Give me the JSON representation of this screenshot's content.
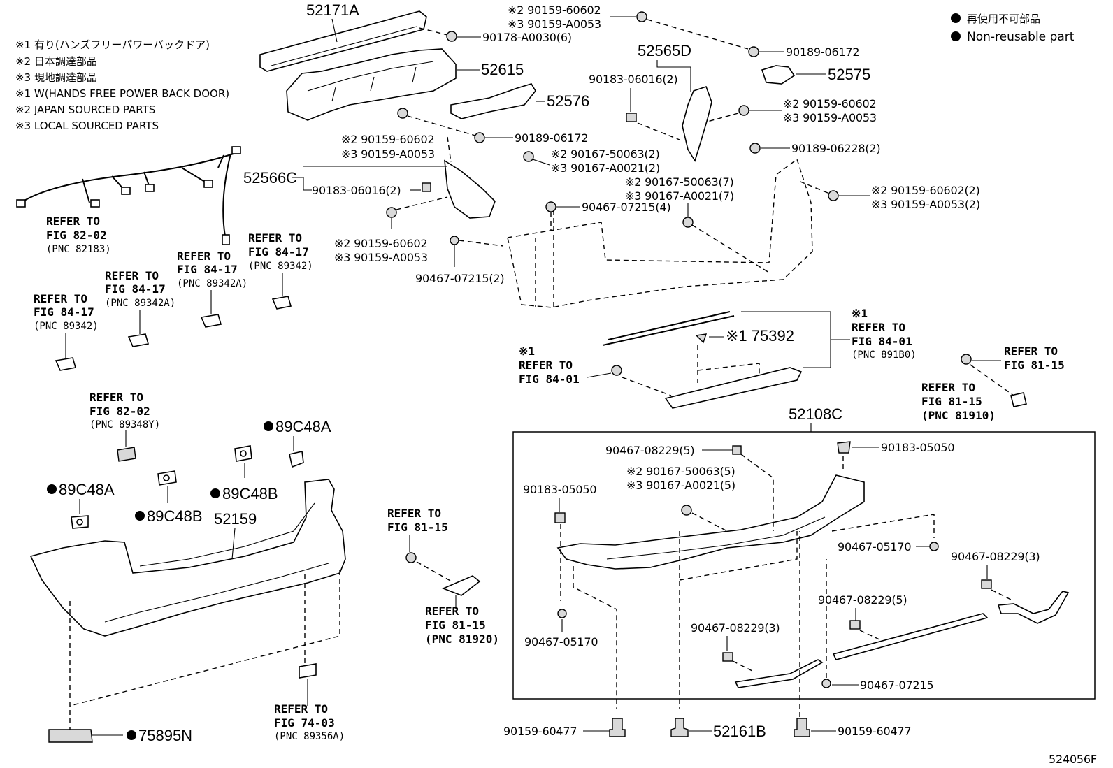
{
  "legend": {
    "non_reusable_jp": "再使用不可部品",
    "non_reusable_en": "Non-reusable part"
  },
  "notes": [
    "※1 有り(ハンズフリーパワーバックドア)",
    "※2 日本調達部品",
    "※3 現地調達部品",
    "※1 W(HANDS FREE POWER BACK DOOR)",
    "※2 JAPAN SOURCED PARTS",
    "※3 LOCAL SOURCED PARTS"
  ],
  "parts": {
    "p52171A": "52171A",
    "p52615": "52615",
    "p52576": "52576",
    "p52565D": "52565D",
    "p52575": "52575",
    "p52566C": "52566C",
    "p75392": "※1 75392",
    "p52108C": "52108C",
    "p52159": "52159",
    "p89C48A_top": "89C48A",
    "p89C48A_left": "89C48A",
    "p89C48B_a": "89C48B",
    "p89C48B_b": "89C48B",
    "p75895N": "75895N",
    "p52161B": "52161B"
  },
  "fasteners": {
    "f_90159_60602_top": "※2 90159-60602",
    "f_90159_A0053_top": "※3 90159-A0053",
    "f_90178": "90178-A0030(6)",
    "f_90189_06172_a": "90189-06172",
    "f_90183_06016_a": "90183-06016(2)",
    "f_90159_60602_b": "※2 90159-60602",
    "f_90159_A0053_b": "※3 90159-A0053",
    "f_90189_06228": "90189-06228(2)",
    "f_90159_60602_c": "※2 90159-60602",
    "f_90159_A0053_c": "※3 90159-A0053",
    "f_90189_06172_b": "90189-06172",
    "f_90167_50063_a": "※2 90167-50063(2)",
    "f_90167_A0021_a": "※3 90167-A0021(2)",
    "f_90183_06016_b": "90183-06016(2)",
    "f_90167_50063_b": "※2 90167-50063(7)",
    "f_90167_A0021_b": "※3 90167-A0021(7)",
    "f_90467_07215_4": "90467-07215(4)",
    "f_90159_60602_2": "※2 90159-60602(2)",
    "f_90159_A0053_2": "※3 90159-A0053(2)",
    "f_90159_60602_d": "※2 90159-60602",
    "f_90159_A0053_d": "※3 90159-A0053",
    "f_90467_07215_2": "90467-07215(2)",
    "f_90467_08229_5a": "90467-08229(5)",
    "f_90183_05050_a": "90183-05050",
    "f_90167_50063_c": "※2 90167-50063(5)",
    "f_90167_A0021_c": "※3 90167-A0021(5)",
    "f_90183_05050_b": "90183-05050",
    "f_90467_05170_a": "90467-05170",
    "f_90467_08229_3a": "90467-08229(3)",
    "f_90467_08229_5b": "90467-08229(5)",
    "f_90467_05170_b": "90467-05170",
    "f_90467_08229_3b": "90467-08229(3)",
    "f_90467_07215": "90467-07215",
    "f_90159_60477_a": "90159-60477",
    "f_90159_60477_b": "90159-60477"
  },
  "references": {
    "r_82_02_a": [
      "REFER TO",
      "FIG 82-02",
      "(PNC 82183)"
    ],
    "r_84_17_a": [
      "REFER TO",
      "FIG 84-17",
      "(PNC 89342)"
    ],
    "r_84_17_b": [
      "REFER TO",
      "FIG 84-17",
      "(PNC 89342A)"
    ],
    "r_84_17_c": [
      "REFER TO",
      "FIG 84-17",
      "(PNC 89342A)"
    ],
    "r_84_17_d": [
      "REFER TO",
      "FIG 84-17",
      "(PNC 89342)"
    ],
    "r_84_01_a": [
      "※1",
      "REFER TO",
      "FIG 84-01"
    ],
    "r_84_01_b": [
      "※1",
      "REFER TO",
      "FIG 84-01",
      "(PNC 891B0)"
    ],
    "r_81_15_a": [
      "REFER TO",
      "FIG 81-15"
    ],
    "r_81_15_b": [
      "REFER TO",
      "FIG 81-15",
      "(PNC 81910)"
    ],
    "r_82_02_b": [
      "REFER TO",
      "FIG 82-02",
      "(PNC 89348Y)"
    ],
    "r_81_15_c": [
      "REFER TO",
      "FIG 81-15"
    ],
    "r_81_15_d": [
      "REFER TO",
      "FIG 81-15",
      "(PNC 81920)"
    ],
    "r_74_03": [
      "REFER TO",
      "FIG 74-03",
      "(PNC 89356A)"
    ]
  },
  "figure_code": "524056F"
}
